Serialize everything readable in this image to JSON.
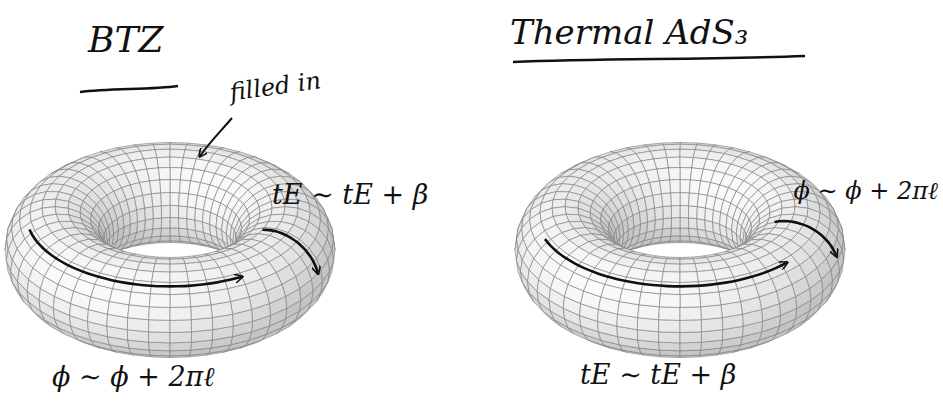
{
  "diagram": {
    "labels": [
      "BTZ",
      "filled in",
      "tE ∼ tE + β",
      "ϕ ∼ ϕ + 2πℓ",
      "Thermal AdS₃",
      "ϕ ∼ ϕ + 2πℓ",
      "tE ∼ tE + β"
    ]
  }
}
